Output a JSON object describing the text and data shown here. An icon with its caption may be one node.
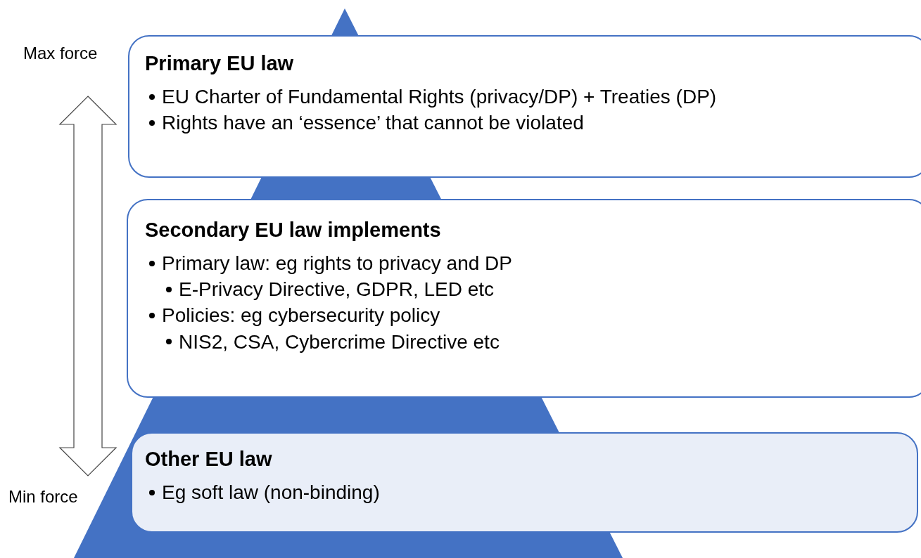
{
  "diagram": {
    "nodes": [
      {
        "text": [
          "Primary EU law",
          "EU Charter of Fundamental Rights (privacy/DP) + Treaties (DP)",
          "Rights have an ‘essence’ that cannot be violated"
        ]
      },
      {
        "text": [
          "Secondary EU law implements",
          "Primary law: eg rights to privacy and DP",
          "E-Privacy Directive, GDPR, LED etc",
          "Policies: eg cybersecurity policy",
          "NIS2, CSA, Cybercrime Directive etc"
        ]
      },
      {
        "text": [
          "Other EU law",
          "Eg soft law (non-binding)"
        ]
      }
    ],
    "labels": [
      "Max force",
      "Min force"
    ]
  }
}
